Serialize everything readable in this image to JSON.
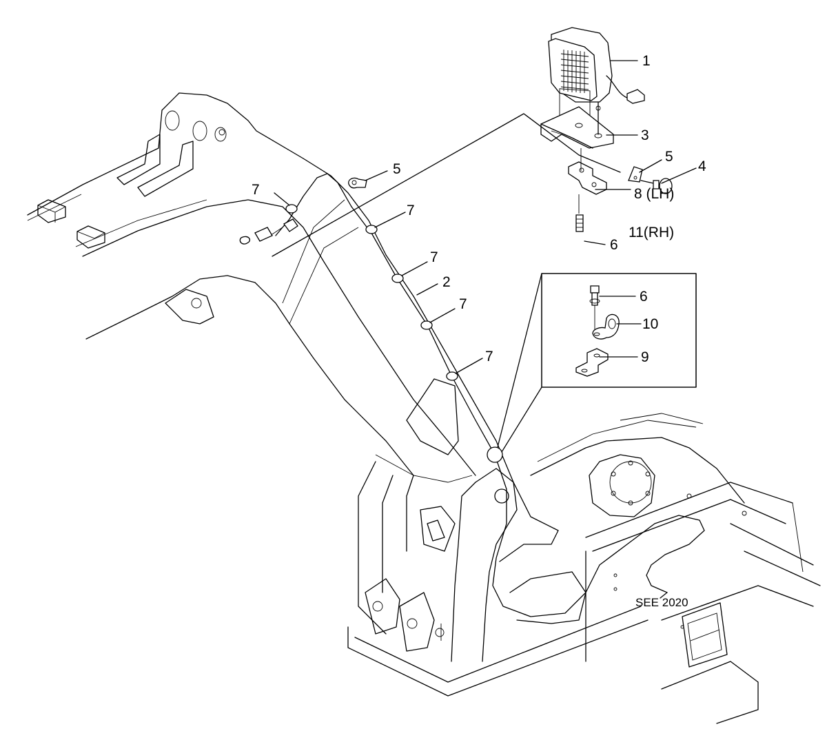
{
  "callouts": {
    "c1": "1",
    "c2": "2",
    "c3": "3",
    "c4": "4",
    "c5a": "5",
    "c5b": "5",
    "c6a": "6",
    "c6b": "6",
    "c7a": "7",
    "c7b": "7",
    "c7c": "7",
    "c7d": "7",
    "c7e": "7",
    "c8": "8 (LH)",
    "c11": "11(RH)",
    "c9": "9",
    "c10": "10"
  },
  "reference": "SEE 2020"
}
